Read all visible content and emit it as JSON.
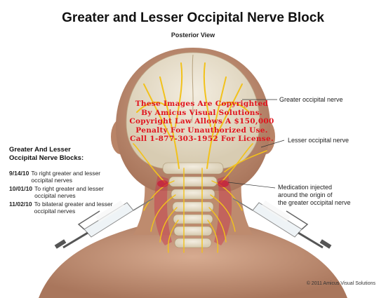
{
  "title": "Greater and Lesser Occipital Nerve Block",
  "subtitle": "Posterior View",
  "labels": {
    "greater_occipital_nerve": "Greater occipital nerve",
    "lesser_occipital_nerve": "Lesser occipital nerve",
    "medication_line1": "Medication injected",
    "medication_line2": "around the origin of",
    "medication_line3": "the greater occipital nerve"
  },
  "watermark": {
    "line1": "These Images Are Copyrighted",
    "line2": "By Amicus Visual Solutions.",
    "line3": "Copyright Law Allows A $150,000",
    "line4": "Penalty For Unauthorized Use.",
    "line5": "Call 1-877-303-1952 For License."
  },
  "sidebar": {
    "heading_line1": "Greater And Lesser",
    "heading_line2": "Occipital Nerve Blocks:",
    "entries": [
      {
        "date": "9/14/10",
        "text": "To right greater and lesser occipital nerves"
      },
      {
        "date": "10/01/10",
        "text": "To right greater and lesser occipital nerves"
      },
      {
        "date": "11/02/10",
        "text": "To bilateral greater and lesser occipital nerves"
      }
    ]
  },
  "copyright": "© 2011 Amicus Visual Solutions",
  "colors": {
    "skin": "#c99a7e",
    "nerve": "#f2c21b",
    "bone": "#e6ddc8",
    "watermark": "#e0141e"
  }
}
